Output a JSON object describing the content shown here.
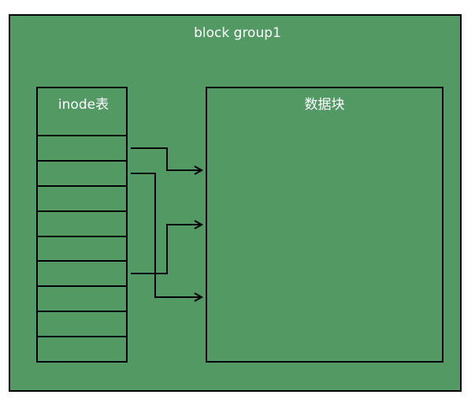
{
  "colors": {
    "group_fill": "#529963",
    "stroke": "#000000",
    "text": "#ffffff"
  },
  "block_group": {
    "title": "block group1"
  },
  "inode_table": {
    "title": "inode表",
    "row_count": 9
  },
  "data_block": {
    "title": "数据块"
  }
}
